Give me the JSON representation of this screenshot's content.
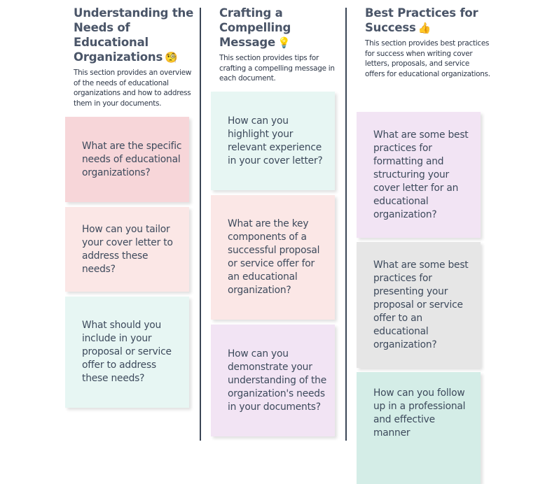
{
  "columns": [
    {
      "title": "Understanding the Needs of Educational Organizations",
      "emoji": "🧐",
      "emoji_name": "monocle-face-icon",
      "description": "This section provides an overview of the needs of educational organizations and how to address them in your documents.",
      "cards": [
        {
          "text": "What are the specific needs of educational organizations?",
          "color": "#f7d6d9"
        },
        {
          "text": "How can you tailor your cover letter to address these needs?",
          "color": "#fbe7e6"
        },
        {
          "text": "What should you include in your proposal or service offer to address these needs?",
          "color": "#e7f6f3"
        }
      ]
    },
    {
      "title": "Crafting a Compelling Message",
      "emoji": "💡",
      "emoji_name": "lightbulb-icon",
      "description": "This section provides tips for crafting a compelling message in each document.",
      "cards": [
        {
          "text": "How can you highlight your relevant experience in your cover letter?",
          "color": "#e7f6f3"
        },
        {
          "text": "What are the key components of a successful proposal or service offer for an educational organization?",
          "color": "#fbe7e6"
        },
        {
          "text": "How can you demonstrate your understanding of the organization's needs in your documents?",
          "color": "#f2e4f4"
        }
      ]
    },
    {
      "title": "Best Practices for Success",
      "emoji": "👍",
      "emoji_name": "thumbs-up-icon",
      "description": "This section provides best practices for success when writing cover letters, proposals, and service offers for educational organizations.",
      "cards": [
        {
          "text": "What are some best practices for formatting and structuring your cover letter for an educational organization?",
          "color": "#f2e4f4"
        },
        {
          "text": "What are some best practices for presenting your proposal or service offer to an educational organization?",
          "color": "#e6e6e6"
        },
        {
          "text": "How can you follow up in a professional and effective manner",
          "color": "#d4ede7"
        }
      ]
    }
  ]
}
